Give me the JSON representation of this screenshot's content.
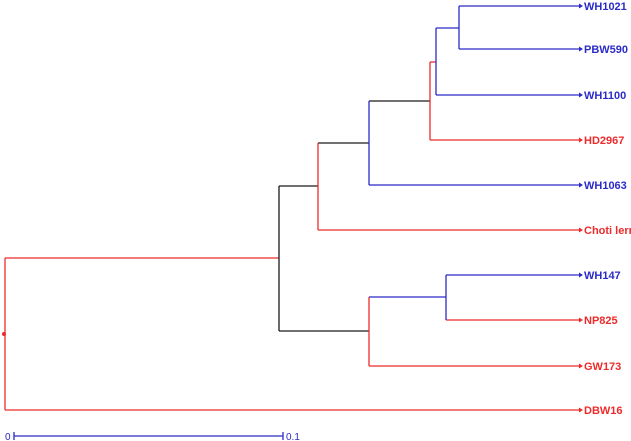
{
  "colors": {
    "blue": "#2b2bc8",
    "red": "#ee2b2b",
    "black": "#1a1a1a"
  },
  "leaves": [
    {
      "name": "WH1021",
      "color": "blue"
    },
    {
      "name": "PBW590",
      "color": "blue"
    },
    {
      "name": "WH1100",
      "color": "blue"
    },
    {
      "name": "HD2967",
      "color": "red"
    },
    {
      "name": "WH1063",
      "color": "blue"
    },
    {
      "name": "Choti lerma",
      "color": "red"
    },
    {
      "name": "WH147",
      "color": "blue"
    },
    {
      "name": "NP825",
      "color": "red"
    },
    {
      "name": "GW173",
      "color": "red"
    },
    {
      "name": "DBW16",
      "color": "red"
    }
  ],
  "scale_bar": {
    "start_label": "0",
    "end_label": "0.1",
    "color": "blue"
  }
}
